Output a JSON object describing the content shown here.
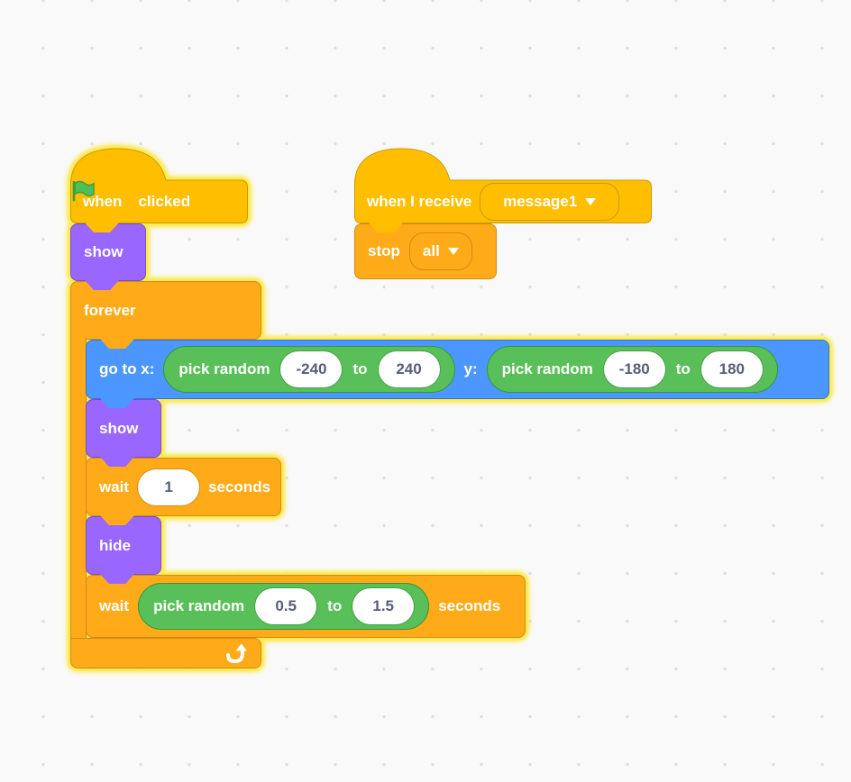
{
  "colors": {
    "motion": "#4C97FF",
    "motion_border": "#3373CC",
    "looks": "#9966FF",
    "looks_border": "#774DCB",
    "control": "#FFAB19",
    "control_border": "#CF8B17",
    "events": "#FFBF00",
    "events_border": "#CC9900",
    "operators": "#59C059",
    "operators_border": "#389438",
    "glow": "#FCE94F",
    "field_text": "#575E75",
    "canvas_bg": "#F9F9F9"
  },
  "script_main": {
    "when_flag": {
      "prefix": "when",
      "suffix": "clicked",
      "icon": "green-flag"
    },
    "show_1": {
      "label": "show"
    },
    "forever": {
      "label": "forever",
      "icon": "loop-arrow"
    },
    "go_to": {
      "label_x": "go to x:",
      "label_y": "y:",
      "pick_x": {
        "label": "pick random",
        "from": "-240",
        "to_word": "to",
        "to": "240"
      },
      "pick_y": {
        "label": "pick random",
        "from": "-180",
        "to_word": "to",
        "to": "180"
      }
    },
    "show_2": {
      "label": "show"
    },
    "wait_1": {
      "label": "wait",
      "value": "1",
      "suffix": "seconds"
    },
    "hide": {
      "label": "hide"
    },
    "wait_2": {
      "label": "wait",
      "suffix": "seconds",
      "pick": {
        "label": "pick random",
        "from": "0.5",
        "to_word": "to",
        "to": "1.5"
      }
    }
  },
  "script_receive": {
    "when_receive": {
      "label": "when I receive",
      "message": "message1"
    },
    "stop": {
      "label": "stop",
      "option": "all"
    }
  }
}
